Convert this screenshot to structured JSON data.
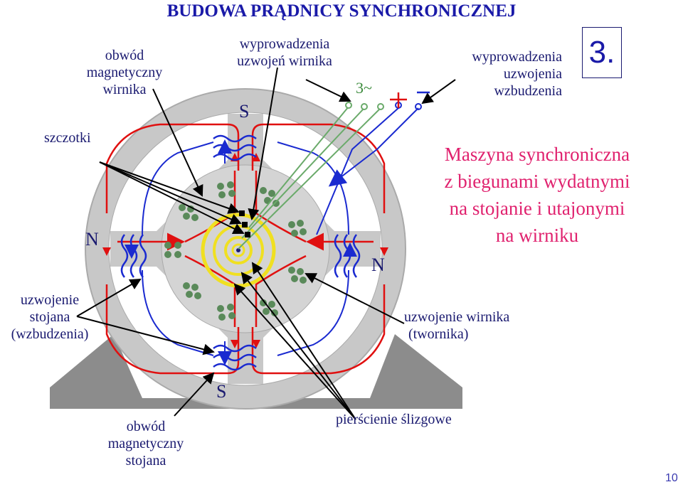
{
  "title": "BUDOWA PRĄDNICY SYNCHRONICZNEJ",
  "slide_number_box": "3.",
  "description": [
    "Maszyna synchroniczna",
    "z biegunami wydatnymi",
    "na stojanie i utajonymi",
    "na wirniku"
  ],
  "labels": {
    "rotor_core": [
      "obwód",
      "magnetyczny",
      "wirnika"
    ],
    "brushes": "szczotki",
    "rotor_leads": [
      "wyprowadzenia",
      "uzwojeń wirnika"
    ],
    "field_leads": [
      "wyprowadzenia",
      "uzwojenia",
      "wzbudzenia"
    ],
    "three_phase": "3~",
    "plus": "+",
    "minus": "–",
    "stator_winding": [
      "uzwojenie",
      "stojana",
      "(wzbudzenia)"
    ],
    "rotor_winding": [
      "uzwojenie wirnika",
      "(twornika)"
    ],
    "stator_core": [
      "obwód",
      "magnetyczny",
      "stojana"
    ],
    "slip_rings": "pierścienie ślizgowe"
  },
  "poles": {
    "top": "S",
    "bottom": "S",
    "left": "N",
    "right": "N"
  },
  "page_number": "10",
  "colors": {
    "title": "#1a1aa8",
    "description": "#e0216e",
    "stator": "#c8c8c8",
    "flux": "#e01010",
    "winding": "#1a2ad0",
    "conductors": "#5a8a5a",
    "slip_rings": "#f0e020",
    "leads": "#6aaa6a"
  }
}
